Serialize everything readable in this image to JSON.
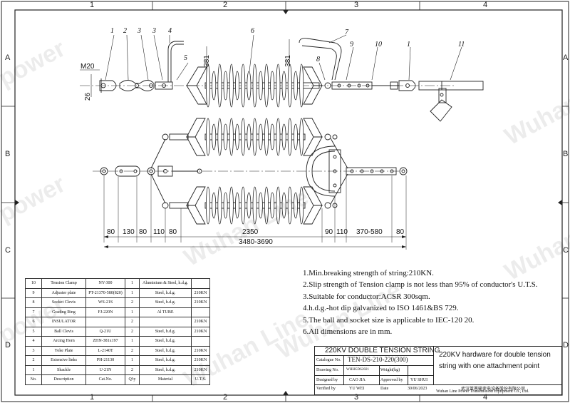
{
  "zones": {
    "columns": [
      "1",
      "2",
      "3",
      "4"
    ],
    "rows": [
      "A",
      "B",
      "C",
      "D"
    ]
  },
  "part_callouts": [
    "1",
    "2",
    "3",
    "4",
    "5",
    "6",
    "7",
    "8",
    "9",
    "10",
    "1",
    "11"
  ],
  "top_dims": {
    "m20": "M20",
    "d26": "26",
    "d381a": "381",
    "d381b": "381"
  },
  "bottom_dims": {
    "row1": [
      "80",
      "130",
      "80",
      "110",
      "80",
      "2350",
      "90",
      "110",
      "370-580",
      "80"
    ],
    "total": "3480-3690"
  },
  "bom": {
    "rows": [
      [
        "10",
        "Tension Clamp",
        "NY-300",
        "1",
        "Aluminium & Steel, h.d.g.",
        ""
      ],
      [
        "9",
        "Adjuster plate",
        "PT-21370-580(820)",
        "1",
        "Steel, h.d.g.",
        "210KN"
      ],
      [
        "8",
        "Socket Clevis",
        "WS-21S",
        "2",
        "Steel, h.d.g.",
        "210KN"
      ],
      [
        "7",
        "Grading Ring",
        "FJ-220N",
        "1",
        "Al TUBE",
        ""
      ],
      [
        "6",
        "INSULATOR",
        "",
        "2",
        "",
        "210KN"
      ],
      [
        "5",
        "Ball Clevis",
        "Q-21U",
        "2",
        "Steel, h.d.g.",
        "210KN"
      ],
      [
        "4",
        "Arcing Horn",
        "ZHN-381x197",
        "1",
        "Steel, h.d.g.",
        ""
      ],
      [
        "3",
        "Yoke Plate",
        "L-2140T",
        "2",
        "Steel, h.d.g.",
        "210KN"
      ],
      [
        "2",
        "Extensive links",
        "PH-21130",
        "1",
        "Steel, h.d.g.",
        "210KN"
      ],
      [
        "1",
        "Shackle",
        "U-21N",
        "2",
        "Steel, h.d.g.",
        "210KN"
      ]
    ],
    "header": [
      "No.",
      "Description",
      "Cat.No.",
      "Q'ty",
      "Material",
      "U.T.S."
    ]
  },
  "notes": [
    "1.Min.breaking strength of string:210KN.",
    "2.Slip strength of Tension clamp is not less than 95% of conductor's U.T.S.",
    "3.Suitable for conductor:ACSR 300sqm.",
    "4.h.d.g.-hot dip galvanized to ISO 1461&BS 729.",
    "5.The ball and socket size is applicable to IEC-120 20.",
    "6.All dimensions are in mm."
  ],
  "title_block": {
    "title": "220KV DOUBLE TENSION STRING",
    "catalogue_label": "Catalogue No.",
    "catalogue_no": "TEN-DS-210-220(300)",
    "drawing_label": "Drawing No.",
    "drawing_no": "WHHGDS2021",
    "weight_label": "Weight(kg)",
    "designed_label": "Designed by",
    "designed_by": "CAO JIA",
    "approved_label": "Approved by",
    "approved_by": "YU SHUI",
    "verified_label": "Verified by",
    "verified_by": "YU WEI",
    "date_label": "Date",
    "date": "30/06/2023",
    "description_line1": "220KV hardware for double tension",
    "description_line2": "string with one attachment point",
    "company_cn": "武汉莱恩输变电设备股份有限公司",
    "company_en": "Wuhan Line Power Transmission Equipment Co., Ltd."
  },
  "watermark": {
    "text1": "power",
    "text2": "Wuhan Line"
  }
}
